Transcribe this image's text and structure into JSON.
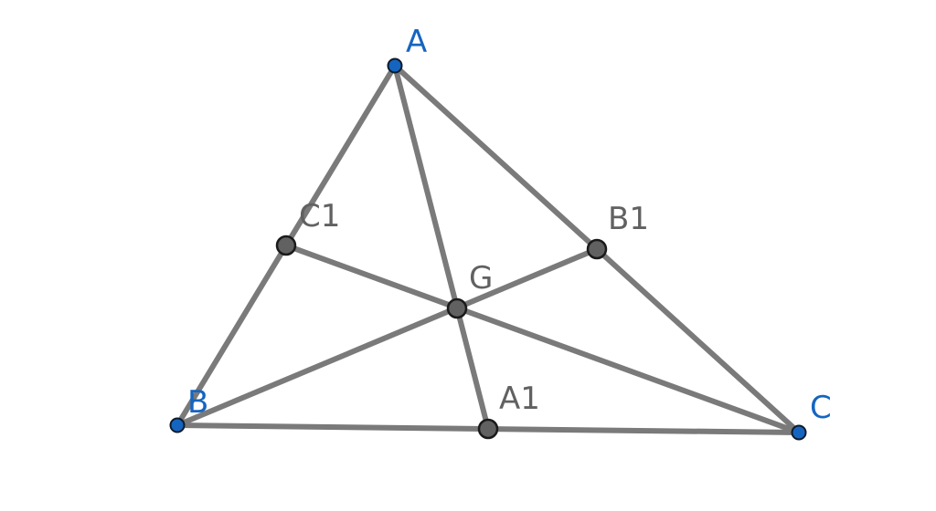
{
  "diagram": {
    "colors": {
      "segment": "#7a7a7a",
      "vertex_point": "#1565c0",
      "derived_point": "#616161",
      "vertex_label": "#1565c0",
      "derived_label": "#616161"
    },
    "points": {
      "A": {
        "label": "A"
      },
      "B": {
        "label": "B"
      },
      "C": {
        "label": "C"
      },
      "A1": {
        "label": "A1"
      },
      "B1": {
        "label": "B1"
      },
      "C1": {
        "label": "C1"
      },
      "G": {
        "label": "G"
      }
    },
    "segments": [
      [
        "A",
        "B"
      ],
      [
        "A",
        "C"
      ],
      [
        "B",
        "C"
      ],
      [
        "A",
        "A1"
      ],
      [
        "B",
        "B1"
      ],
      [
        "C",
        "C1"
      ]
    ]
  }
}
